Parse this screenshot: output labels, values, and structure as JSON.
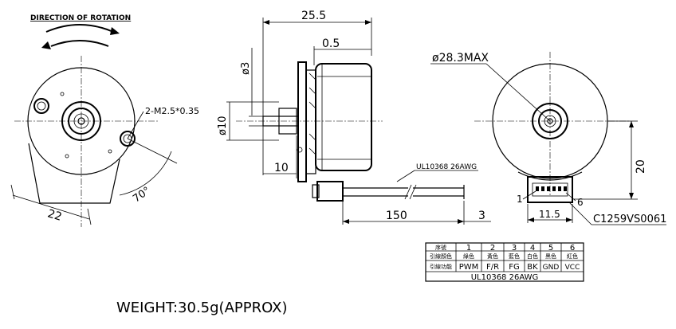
{
  "labels": {
    "rotation": "DIRECTION OF ROTATION",
    "screw": "2-M2.5*0.35",
    "angle": "70°",
    "width22": "22",
    "len255": "25.5",
    "gap05": "0.5",
    "dia3": "ø3",
    "dia10": "ø10",
    "len10": "10",
    "cable": "UL10368 26AWG",
    "len150": "150",
    "len3": "3",
    "dia283": "ø28.3MAX",
    "h20": "20",
    "w115": "11.5",
    "pin1": "1",
    "pin6": "6",
    "connector": "C1259VS0061",
    "weight": "WEIGHT:30.5g(APPROX)"
  },
  "pin_table": {
    "row1": [
      "序號",
      "1",
      "2",
      "3",
      "4",
      "5",
      "6"
    ],
    "row2": [
      "引線顏色",
      "綠色",
      "黃色",
      "藍色",
      "白色",
      "黑色",
      "紅色"
    ],
    "row3": [
      "引線功能",
      "PWM",
      "F/R",
      "FG",
      "BK",
      "GND",
      "VCC"
    ],
    "footer": "UL10368 26AWG"
  }
}
